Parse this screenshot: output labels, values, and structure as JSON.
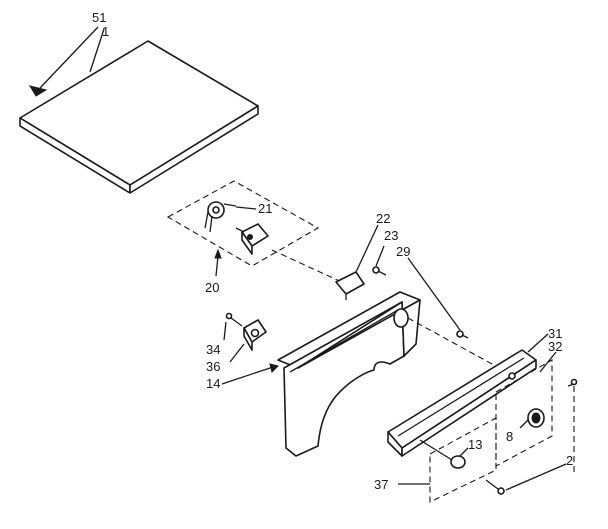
{
  "callouts": {
    "c51": "51",
    "c1": "1",
    "c21": "21",
    "c20": "20",
    "c22": "22",
    "c23": "23",
    "c29": "29",
    "c34": "34",
    "c36": "36",
    "c14": "14",
    "c31": "31",
    "c32": "32",
    "c8": "8",
    "c13": "13",
    "c37": "37",
    "c2": "2"
  }
}
